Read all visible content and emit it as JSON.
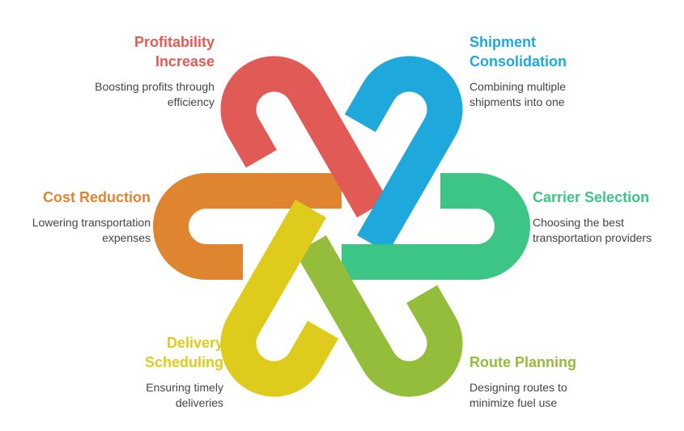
{
  "items": [
    {
      "title": "Profitability Increase",
      "title_lines": [
        "Profitability",
        "Increase"
      ],
      "desc_lines": [
        "Boosting profits through",
        "efficiency"
      ],
      "color": "#E25A55"
    },
    {
      "title": "Shipment Consolidation",
      "title_lines": [
        "Shipment",
        "Consolidation"
      ],
      "desc_lines": [
        "Combining multiple",
        "shipments into one"
      ],
      "color": "#1EA8DB"
    },
    {
      "title": "Carrier Selection",
      "title_lines": [
        "Carrier Selection"
      ],
      "desc_lines": [
        "Choosing the best",
        "transportation providers"
      ],
      "color": "#3DC585"
    },
    {
      "title": "Route Planning",
      "title_lines": [
        "Route Planning"
      ],
      "desc_lines": [
        "Designing routes to",
        "minimize fuel use"
      ],
      "color": "#93BD3B"
    },
    {
      "title": "Delivery Scheduling",
      "title_lines": [
        "Delivery",
        "Scheduling"
      ],
      "desc_lines": [
        "Ensuring timely",
        "deliveries"
      ],
      "color": "#DFCB1B"
    },
    {
      "title": "Cost Reduction",
      "title_lines": [
        "Cost Reduction"
      ],
      "desc_lines": [
        "Lowering transportation",
        "expenses"
      ],
      "color": "#DF8530"
    }
  ]
}
